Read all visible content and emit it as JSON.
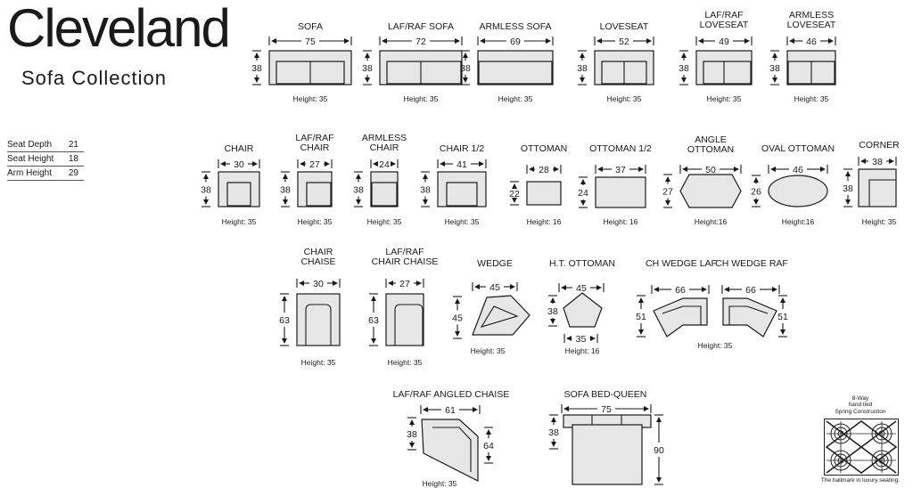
{
  "header": {
    "title": "Cleveland",
    "subtitle": "Sofa Collection"
  },
  "specs": [
    {
      "label": "Seat Depth",
      "value": "21"
    },
    {
      "label": "Seat Height",
      "value": "18"
    },
    {
      "label": "Arm Height",
      "value": "29"
    }
  ],
  "pieces": [
    {
      "id": "sofa",
      "name": [
        "SOFA"
      ],
      "width": "75",
      "depth": "38",
      "height": "Height: 35"
    },
    {
      "id": "laf-raf-sofa",
      "name": [
        "LAF/RAF  SOFA"
      ],
      "width": "72",
      "depth": "38",
      "height": "Height: 35"
    },
    {
      "id": "armless-sofa",
      "name": [
        "ARMLESS  SOFA"
      ],
      "width": "69",
      "depth": "38",
      "height": "Height: 35"
    },
    {
      "id": "loveseat",
      "name": [
        "LOVESEAT"
      ],
      "width": "52",
      "depth": "38",
      "height": "Height: 35"
    },
    {
      "id": "laf-raf-loveseat",
      "name": [
        "LAF/RAF",
        "LOVESEAT"
      ],
      "width": "49",
      "depth": "38",
      "height": "Height: 35"
    },
    {
      "id": "armless-loveseat",
      "name": [
        "ARMLESS",
        "LOVESEAT"
      ],
      "width": "46",
      "depth": "38",
      "height": "Height: 35"
    },
    {
      "id": "chair",
      "name": [
        "CHAIR"
      ],
      "width": "30",
      "depth": "38",
      "height": "Height: 35"
    },
    {
      "id": "laf-raf-chair",
      "name": [
        "LAF/RAF",
        "CHAIR"
      ],
      "width": "27",
      "depth": "38",
      "height": "Height: 35"
    },
    {
      "id": "armless-chair",
      "name": [
        "ARMLESS",
        "CHAIR"
      ],
      "width": "24",
      "depth": "38",
      "height": "Height: 35"
    },
    {
      "id": "chair-half",
      "name": [
        "CHAIR 1/2"
      ],
      "width": "41",
      "depth": "38",
      "height": "Height: 35"
    },
    {
      "id": "ottoman",
      "name": [
        "OTTOMAN"
      ],
      "width": "28",
      "depth": "22",
      "height": "Height: 16"
    },
    {
      "id": "ottoman-half",
      "name": [
        "OTTOMAN 1/2"
      ],
      "width": "37",
      "depth": "24",
      "height": "Height: 16"
    },
    {
      "id": "angle-ottoman",
      "name": [
        "ANGLE",
        "OTTOMAN"
      ],
      "width": "50",
      "depth": "27",
      "height": "Height:16"
    },
    {
      "id": "oval-ottoman",
      "name": [
        "OVAL OTTOMAN"
      ],
      "width": "46",
      "depth": "26",
      "height": "Height:16"
    },
    {
      "id": "corner",
      "name": [
        "CORNER"
      ],
      "width": "38",
      "depth": "38",
      "height": "Height: 35"
    },
    {
      "id": "chair-chaise",
      "name": [
        "CHAIR",
        "CHAISE"
      ],
      "width": "30",
      "depth": "63",
      "height": "Height: 35"
    },
    {
      "id": "laf-raf-chair-chaise",
      "name": [
        "LAF/RAF",
        "CHAIR CHAISE"
      ],
      "width": "27",
      "depth": "63",
      "height": "Height: 35"
    },
    {
      "id": "wedge",
      "name": [
        "WEDGE"
      ],
      "width": "45",
      "depth": "45",
      "height": "Height: 35"
    },
    {
      "id": "ht-ottoman",
      "name": [
        "H.T. OTTOMAN"
      ],
      "width": "45",
      "depth": "38",
      "bottom": "35",
      "height": "Height: 16"
    },
    {
      "id": "ch-wedge",
      "name": [
        "CH WEDGE LAF",
        "CH WEDGE RAF"
      ],
      "width": [
        "66",
        "66"
      ],
      "depth": [
        "51",
        "51"
      ],
      "height": "Height: 35"
    },
    {
      "id": "laf-raf-angled-chaise",
      "name": [
        "LAF/RAF ANGLED CHAISE"
      ],
      "width": "61",
      "depth": "38",
      "side": "64",
      "height": "Height: 35"
    },
    {
      "id": "sofa-bed-queen",
      "name": [
        "SOFA BED-QUEEN"
      ],
      "width": "75",
      "depth": "38",
      "open": "90",
      "height": ""
    }
  ],
  "spring": {
    "caption": [
      "8-Way",
      "hand tied",
      "Spring Construction"
    ],
    "tagline": "The hallmark in luxury seating."
  }
}
